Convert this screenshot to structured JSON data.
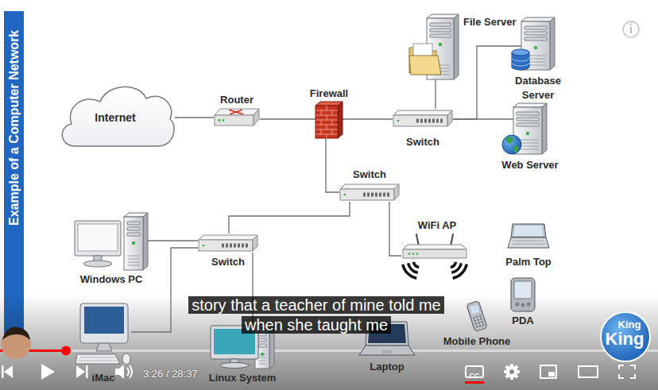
{
  "diagram": {
    "title": "Example of a Computer Network",
    "nodes": [
      {
        "text": [
          "Internet"
        ]
      },
      {
        "text": [
          "Router"
        ]
      },
      {
        "text": [
          "Firewall"
        ]
      },
      {
        "text": [
          "File Server"
        ]
      },
      {
        "text": [
          "Database Server"
        ]
      },
      {
        "text": [
          "Switch"
        ]
      },
      {
        "text": [
          "Web Server"
        ]
      },
      {
        "text": [
          "Switch"
        ]
      },
      {
        "text": [
          "WiFi AP"
        ]
      },
      {
        "text": [
          "Windows PC"
        ]
      },
      {
        "text": [
          "Switch"
        ]
      },
      {
        "text": [
          "Palm Top"
        ]
      },
      {
        "text": [
          "PDA"
        ]
      },
      {
        "text": [
          "iMac"
        ]
      },
      {
        "text": [
          "Linux System"
        ]
      },
      {
        "text": [
          "Laptop"
        ]
      },
      {
        "text": [
          "Mobile Phone"
        ]
      }
    ],
    "edges": [
      {
        "from": 0,
        "to": 1,
        "arrow": "none"
      },
      {
        "from": 1,
        "to": 2,
        "arrow": "none"
      },
      {
        "from": 2,
        "to": 5,
        "arrow": "none"
      },
      {
        "from": 5,
        "to": 3,
        "arrow": "none"
      },
      {
        "from": 5,
        "to": 4,
        "arrow": "none"
      },
      {
        "from": 5,
        "to": 6,
        "arrow": "none"
      },
      {
        "from": 2,
        "to": 7,
        "arrow": "none"
      },
      {
        "from": 7,
        "to": 10,
        "arrow": "none"
      },
      {
        "from": 7,
        "to": 8,
        "arrow": "none"
      },
      {
        "from": 10,
        "to": 9,
        "arrow": "none"
      },
      {
        "from": 10,
        "to": 13,
        "arrow": "none"
      },
      {
        "from": 10,
        "to": 14,
        "arrow": "none"
      }
    ],
    "labels": [
      "story that a teacher of mine told me when she taught me",
      "3:26 / 28:37",
      "CC",
      "King",
      "King"
    ]
  }
}
